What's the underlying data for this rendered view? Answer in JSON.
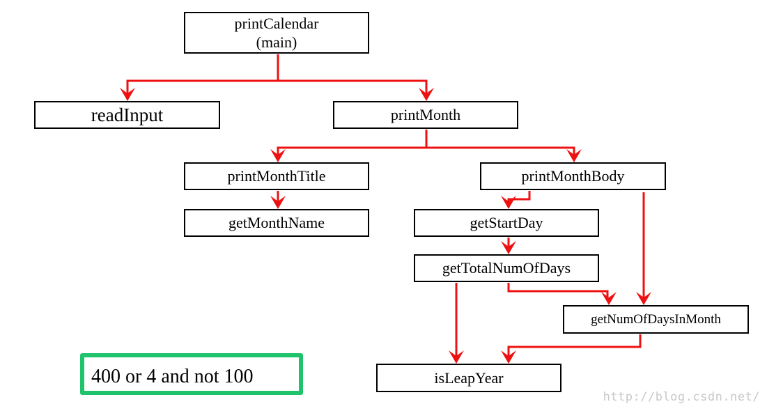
{
  "diagram": {
    "nodes": {
      "print_calendar": {
        "line1": "printCalendar",
        "line2": "(main)"
      },
      "read_input": "readInput",
      "print_month": "printMonth",
      "print_month_title": "printMonthTitle",
      "print_month_body": "printMonthBody",
      "get_month_name": "getMonthName",
      "get_start_day": "getStartDay",
      "get_total_num_of_days": "getTotalNumOfDays",
      "get_num_of_days_in_month": "getNumOfDaysInMonth",
      "is_leap_year": "isLeapYear"
    },
    "note": "400 or 4 and not 100",
    "watermark": "http://blog.csdn.net/",
    "colors": {
      "arrow": "#ee1111",
      "box_border": "#000000",
      "note_border": "#1fc36b",
      "watermark": "#c8c8c8"
    }
  }
}
